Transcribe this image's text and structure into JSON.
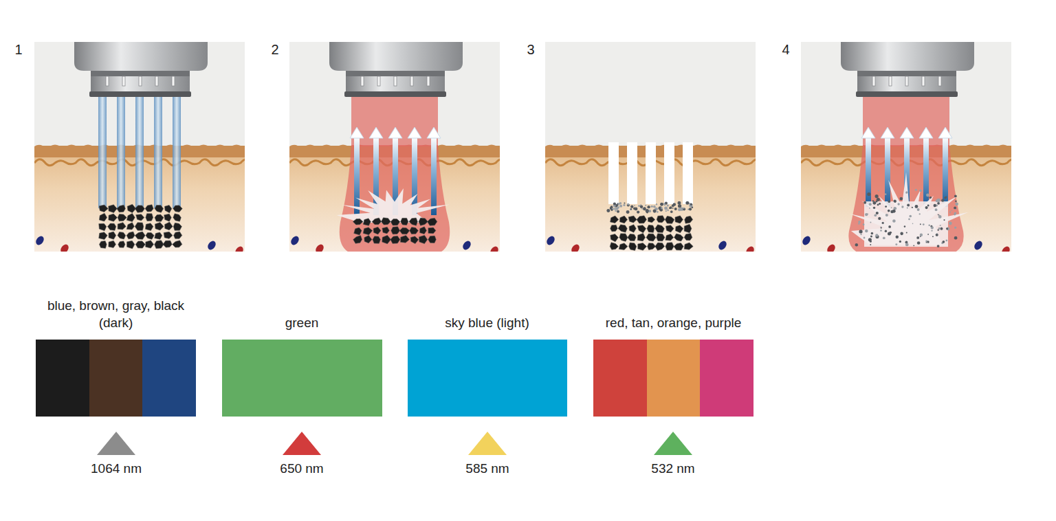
{
  "diagram": {
    "nodes": [
      {
        "text": [
          "blue, brown, gray, black (dark)"
        ]
      },
      {
        "text": [
          "green"
        ]
      },
      {
        "text": [
          "sky blue (light)"
        ]
      },
      {
        "text": [
          "red, tan, orange, purple"
        ]
      }
    ],
    "labels": [
      "1",
      "2",
      "3",
      "4",
      "1064 nm",
      "650 nm",
      "585 nm",
      "532 nm"
    ]
  }
}
